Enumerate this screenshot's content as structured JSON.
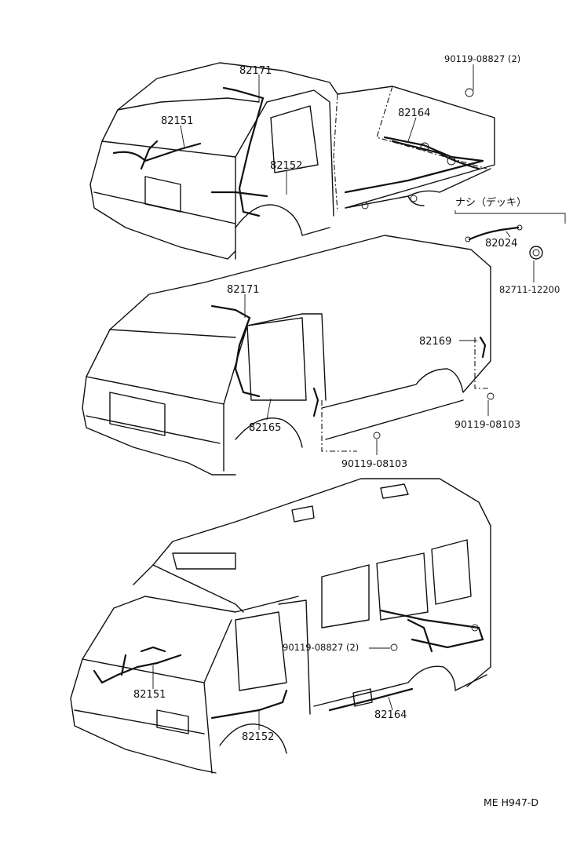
{
  "callouts": {
    "truck": {
      "p_82171": "82171",
      "p_82151": "82151",
      "p_82152": "82152",
      "p_82164": "82164",
      "p_90119_08827": "90119-08827 (2)"
    },
    "no_deck_group": {
      "header": "ナシ（デッキ）",
      "p_82024": "82024",
      "p_82711_12200": "82711-12200"
    },
    "van": {
      "p_82171": "82171",
      "p_82169": "82169",
      "p_82165": "82165",
      "p_90119_08103_right": "90119-08103",
      "p_90119_08103_bottom": "90119-08103"
    },
    "wagon": {
      "p_90119_08827": "90119-08827 (2)",
      "p_82151": "82151",
      "p_82152": "82152",
      "p_82164": "82164"
    }
  },
  "drawing_code": "ME  H947-D"
}
